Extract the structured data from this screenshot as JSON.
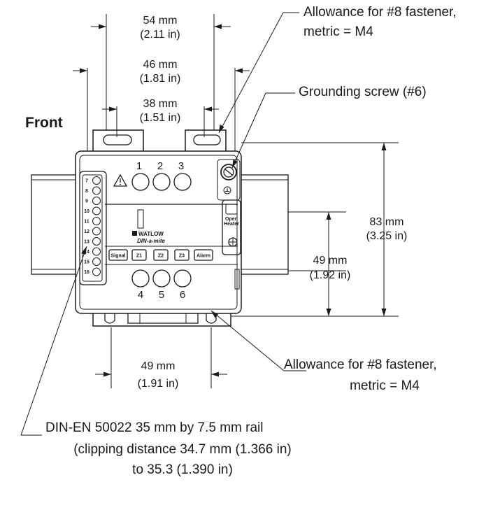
{
  "title": "Front",
  "dimensions": {
    "width_outer": {
      "mm": "54 mm",
      "in": "(2.11 in)"
    },
    "width_mid": {
      "mm": "46 mm",
      "in": "(1.81 in)"
    },
    "width_inner": {
      "mm": "38 mm",
      "in": "(1.51 in)"
    },
    "height_total": {
      "mm": "83 mm",
      "in": "(3.25 in)"
    },
    "height_rail": {
      "mm": "49 mm",
      "in": "(1.92 in)"
    },
    "width_bottom": {
      "mm": "49 mm",
      "in": "(1.91 in)"
    }
  },
  "callouts": {
    "fastener_top": {
      "line1": "Allowance for #8 fastener,",
      "line2": "metric = M4"
    },
    "grounding": "Grounding screw (#6)",
    "fastener_bottom": {
      "line1": "Allowance for #8 fastener,",
      "line2": "metric = M4"
    },
    "rail": {
      "line1": "DIN-EN 50022 35 mm by 7.5 mm rail",
      "line2": "(clipping distance 34.7 mm (1.366 in)",
      "line3": "to 35.3 (1.390 in)"
    }
  },
  "device": {
    "brand": "WATLOW",
    "model": "DIN-a-mite",
    "top_terminals": [
      "1",
      "2",
      "3"
    ],
    "bottom_terminals": [
      "4",
      "5",
      "6"
    ],
    "side_terminals": [
      "7",
      "8",
      "9",
      "10",
      "11",
      "12",
      "13",
      "14",
      "15",
      "16"
    ],
    "indicators": [
      "Signal",
      "Z1",
      "Z2",
      "Z3",
      "Alarm"
    ],
    "side_label_1": "Open",
    "side_label_2": "Heater"
  }
}
